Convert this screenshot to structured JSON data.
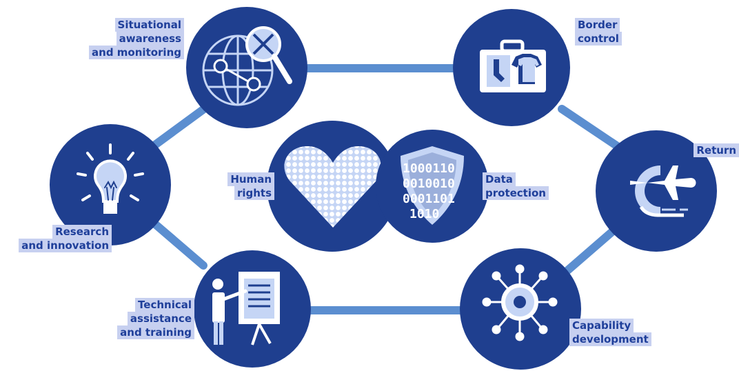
{
  "nodes": {
    "situational": {
      "label_lines": [
        "Situational",
        "awareness",
        "and monitoring"
      ],
      "icon": "globe-magnifier-icon"
    },
    "border": {
      "label_lines": [
        "Border",
        "control"
      ],
      "icon": "suitcase-icon"
    },
    "research": {
      "label_lines": [
        "Research",
        "and innovation"
      ],
      "icon": "lightbulb-icon"
    },
    "return": {
      "label_lines": [
        "Return"
      ],
      "icon": "airplane-icon"
    },
    "technical": {
      "label_lines": [
        "Technical",
        "assistance",
        "and training"
      ],
      "icon": "presentation-board-icon"
    },
    "capability": {
      "label_lines": [
        "Capability",
        "development"
      ],
      "icon": "gear-network-icon"
    },
    "human_rights": {
      "label_lines": [
        "Human",
        "rights"
      ],
      "icon": "heart-icon"
    },
    "data_protection": {
      "label_lines": [
        "Data",
        "protection"
      ],
      "icon": "shield-binary-icon"
    }
  },
  "binary_rows": [
    "1000110",
    "0010010",
    "0001101",
    "1010"
  ],
  "colors": {
    "circle": "#1f3f8f",
    "link": "#5b8ed0",
    "label_bg": "#c7d0f0",
    "label_text": "#1f3f9a",
    "icon": "#ffffff",
    "icon_light": "#c5d5f5"
  }
}
